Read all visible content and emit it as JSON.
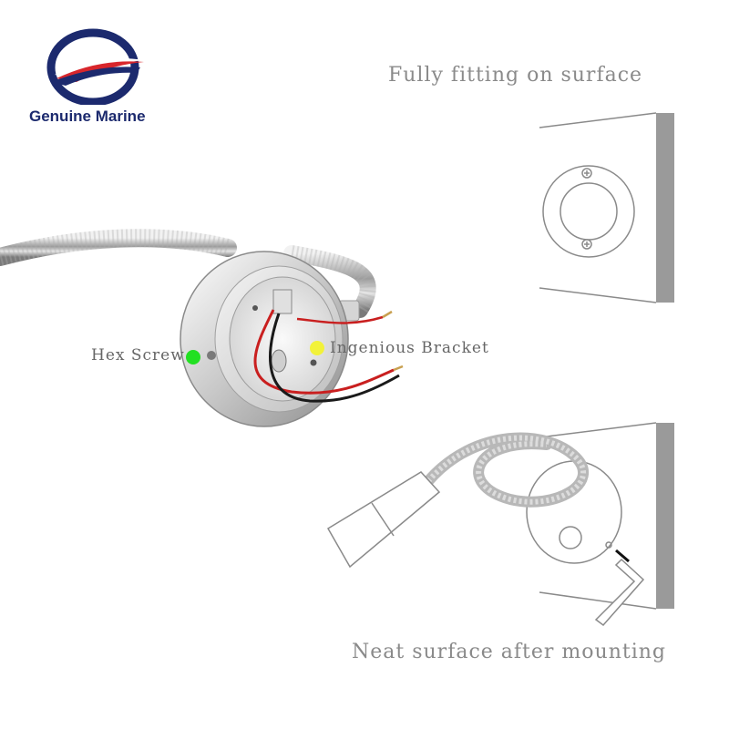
{
  "brand": {
    "name": "Genuine Marine",
    "primary_color": "#1c2a6e",
    "accent_color": "#d8262c"
  },
  "captions": {
    "top": "Fully fitting on surface",
    "bottom": "Neat surface after mounting"
  },
  "callouts": {
    "left": {
      "label": "Hex Screw",
      "dot_color": "#22e022"
    },
    "right": {
      "label": "Ingenious Bracket",
      "dot_color": "#f2f23a"
    }
  }
}
